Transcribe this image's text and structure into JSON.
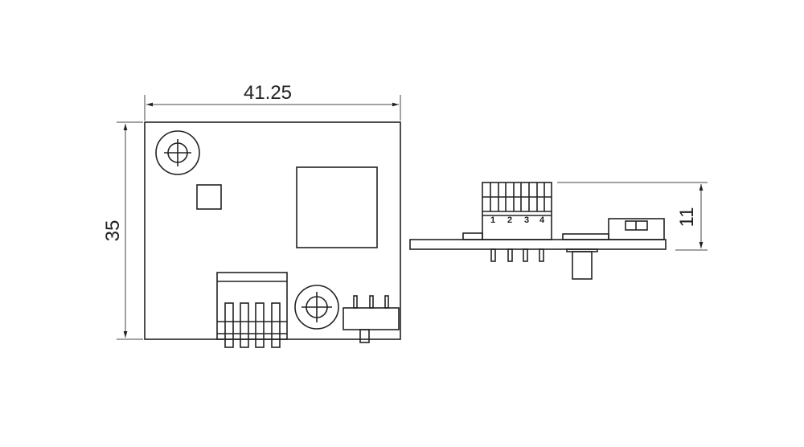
{
  "dimensions": {
    "width_label": "41.25",
    "height_label": "35",
    "side_height_label": "11"
  },
  "connector_pins": [
    "1",
    "2",
    "3",
    "4"
  ],
  "colors": {
    "line": "#222222",
    "background": "#ffffff"
  }
}
